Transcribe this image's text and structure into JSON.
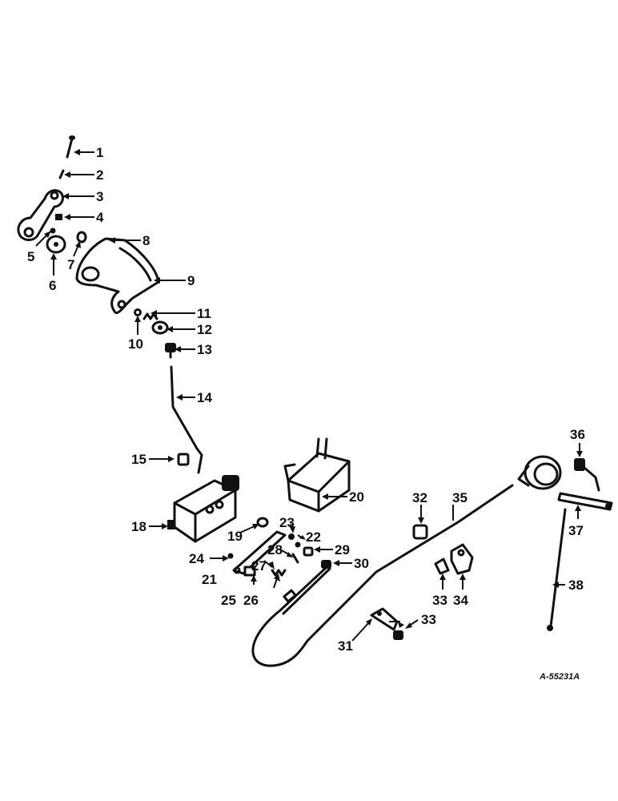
{
  "diagram": {
    "reference_code": "A-55231A",
    "callouts": {
      "c1": "1",
      "c2": "2",
      "c3": "3",
      "c4": "4",
      "c5": "5",
      "c6": "6",
      "c7": "7",
      "c8": "8",
      "c9": "9",
      "c10": "10",
      "c11": "11",
      "c12": "12",
      "c13": "13",
      "c14": "14",
      "c15": "15",
      "c18": "18",
      "c19": "19",
      "c20": "20",
      "c21": "21",
      "c22": "22",
      "c23": "23",
      "c24": "24",
      "c25": "25",
      "c26": "26",
      "c27": "27",
      "c28": "28",
      "c29": "29",
      "c30": "30",
      "c31": "31",
      "c32": "32",
      "c33a": "33",
      "c33b": "33",
      "c34": "34",
      "c35": "35",
      "c36": "36",
      "c37": "37",
      "c38": "38"
    }
  }
}
